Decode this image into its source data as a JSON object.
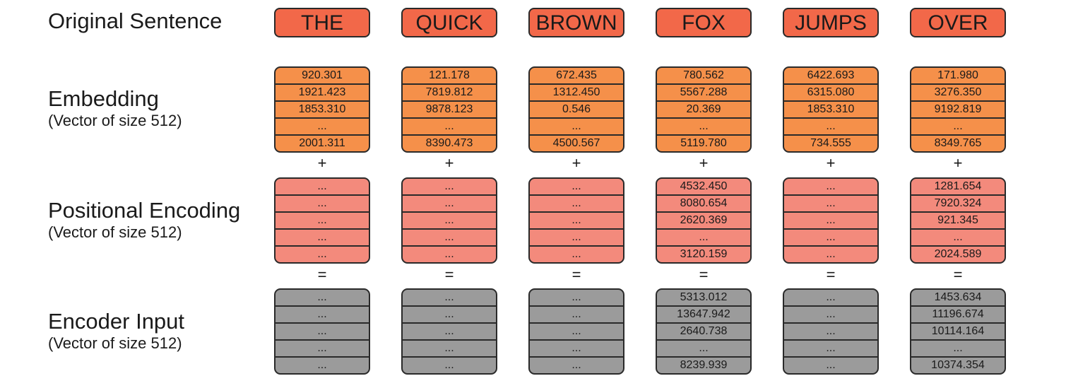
{
  "rows": {
    "sentence": {
      "title": "Original Sentence"
    },
    "embedding": {
      "title": "Embedding",
      "subtitle": "(Vector of size 512)"
    },
    "positional": {
      "title": "Positional Encoding",
      "subtitle": "(Vector of size 512)"
    },
    "encoder": {
      "title": "Encoder Input",
      "subtitle": "(Vector of size 512)"
    }
  },
  "operators": {
    "plus": "+",
    "equals": "="
  },
  "colors": {
    "word": "#f26849",
    "embedding": "#f5904a",
    "positional": "#f38a7c",
    "encoder": "#9b9b9b"
  },
  "words": [
    {
      "token": "THE",
      "embedding": [
        "920.301",
        "1921.423",
        "1853.310",
        "...",
        "2001.311"
      ],
      "positional": [
        "...",
        "...",
        "...",
        "...",
        "..."
      ],
      "encoder": [
        "...",
        "...",
        "...",
        "...",
        "..."
      ]
    },
    {
      "token": "QUICK",
      "embedding": [
        "121.178",
        "7819.812",
        "9878.123",
        "...",
        "8390.473"
      ],
      "positional": [
        "...",
        "...",
        "...",
        "...",
        "..."
      ],
      "encoder": [
        "...",
        "...",
        "...",
        "...",
        "..."
      ]
    },
    {
      "token": "BROWN",
      "embedding": [
        "672.435",
        "1312.450",
        "0.546",
        "...",
        "4500.567"
      ],
      "positional": [
        "...",
        "...",
        "...",
        "...",
        "..."
      ],
      "encoder": [
        "...",
        "...",
        "...",
        "...",
        "..."
      ]
    },
    {
      "token": "FOX",
      "embedding": [
        "780.562",
        "5567.288",
        "20.369",
        "...",
        "5119.780"
      ],
      "positional": [
        "4532.450",
        "8080.654",
        "2620.369",
        "...",
        "3120.159"
      ],
      "encoder": [
        "5313.012",
        "13647.942",
        "2640.738",
        "...",
        "8239.939"
      ]
    },
    {
      "token": "JUMPS",
      "embedding": [
        "6422.693",
        "6315.080",
        "1853.310",
        "...",
        "734.555"
      ],
      "positional": [
        "...",
        "...",
        "...",
        "...",
        "..."
      ],
      "encoder": [
        "...",
        "...",
        "...",
        "...",
        "..."
      ]
    },
    {
      "token": "OVER",
      "embedding": [
        "171.980",
        "3276.350",
        "9192.819",
        "...",
        "8349.765"
      ],
      "positional": [
        "1281.654",
        "7920.324",
        "921.345",
        "...",
        "2024.589"
      ],
      "encoder": [
        "1453.634",
        "11196.674",
        "10114.164",
        "...",
        "10374.354"
      ]
    }
  ]
}
